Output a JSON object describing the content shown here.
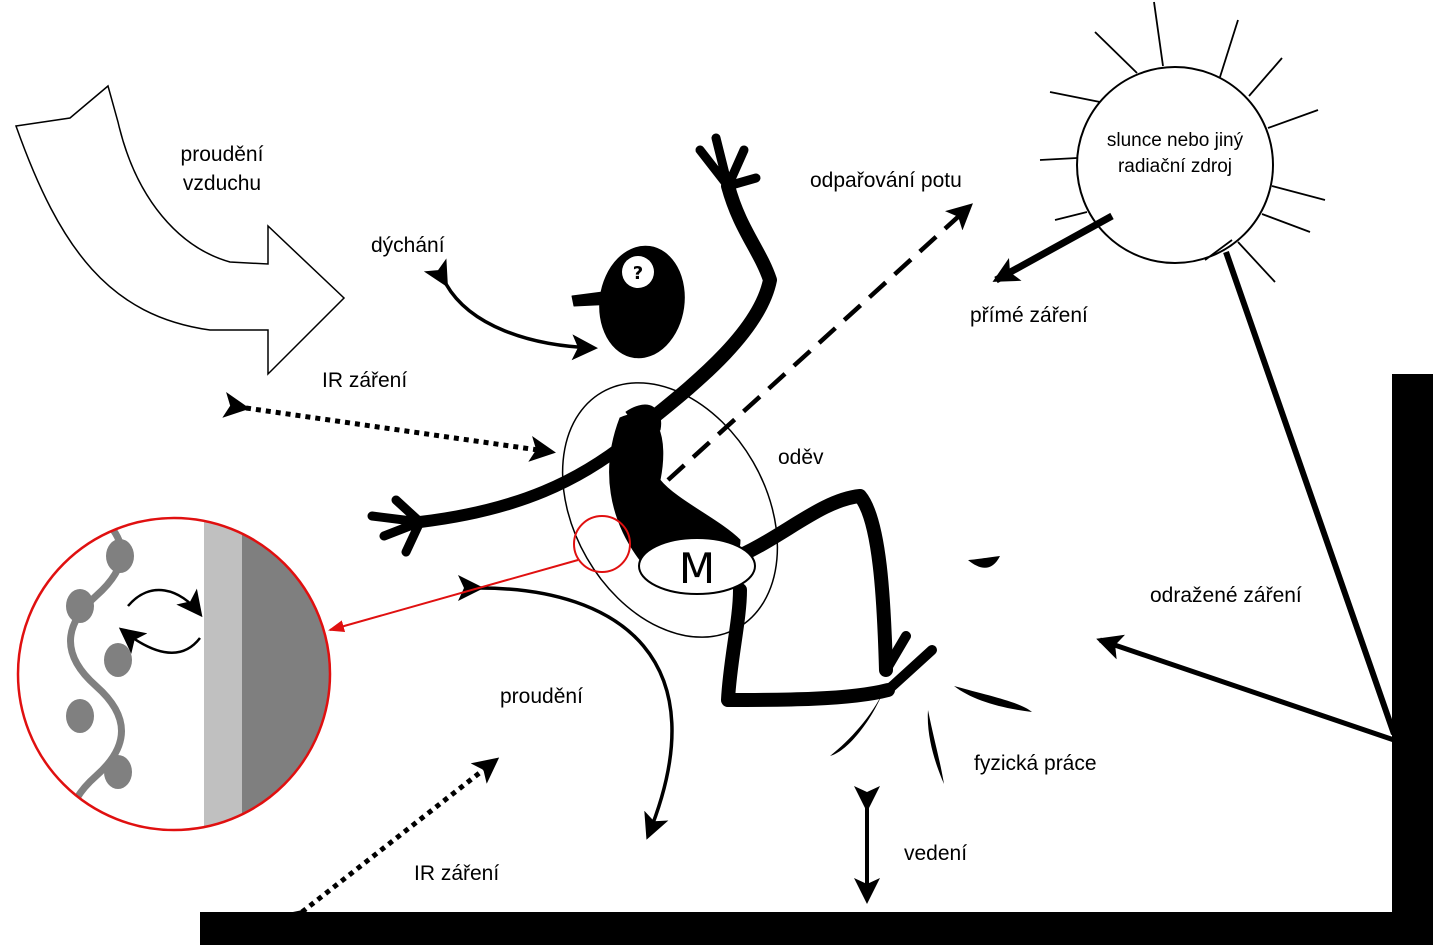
{
  "labels": {
    "airflow": [
      "proudění",
      "vzduchu"
    ],
    "breathing": "dýchání",
    "sweat": "odpařování potu",
    "sun": [
      "slunce nebo jiný",
      "radiační zdroj"
    ],
    "direct_radiation": "přímé záření",
    "ir_top": "IR záření",
    "clothing": "oděv",
    "reflected": "odražené záření",
    "convection": "proudění",
    "work": "fyzická práce",
    "conduction": "vedení",
    "ir_bottom": "IR záření",
    "metabolism": "M",
    "head_mark": "?"
  },
  "colors": {
    "ink": "#000000",
    "zoom_circle": "#e01010",
    "skin_dots": "#808080",
    "clothing_light": "#c0c0c0",
    "clothing_dark": "#7f7f7f"
  }
}
